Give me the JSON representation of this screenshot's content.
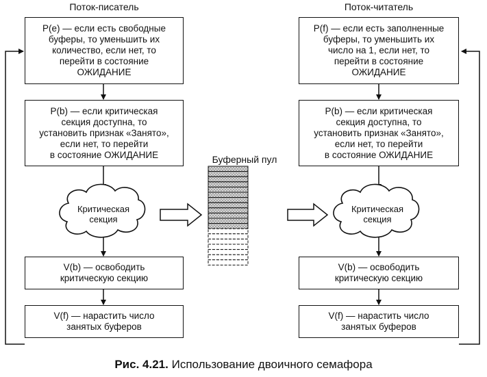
{
  "writer": {
    "title": "Поток-писатель",
    "box1": [
      "P(e) — если есть свободные",
      "буферы, то уменьшить их",
      "количество, если нет, то",
      "перейти в состояние",
      "ОЖИДАНИЕ"
    ],
    "box2": [
      "P(b) — если критическая",
      "секция доступна, то",
      "установить признак «Занято»,",
      "если нет, то перейти",
      "в состояние ОЖИДАНИЕ"
    ],
    "cloud": [
      "Критическая",
      "секция"
    ],
    "box3": [
      "V(b) — освободить",
      "критическую секцию"
    ],
    "box4": [
      "V(f) — нарастить число",
      "занятых буферов"
    ]
  },
  "reader": {
    "title": "Поток-читатель",
    "box1": [
      "P(f) — если есть заполненные",
      "буферы, то уменьшить их",
      "число на 1, если нет, то",
      "перейти в состояние",
      "ОЖИДАНИЕ"
    ],
    "box2": [
      "P(b) — если критическая",
      "секция доступна, то",
      "установить признак «Занято»,",
      "если нет, то перейти",
      "в состояние ОЖИДАНИЕ"
    ],
    "cloud": [
      "Критическая",
      "секция"
    ],
    "box3": [
      "V(b) — освободить",
      "критическую секцию"
    ],
    "box4": [
      "V(f) — нарастить число",
      "занятых буферов"
    ]
  },
  "pool": {
    "title": "Буферный пул",
    "filled_slots": 12,
    "empty_slots": 7
  },
  "caption": {
    "prefix": "Рис. 4.21.",
    "text": "Использование двоичного семафора"
  }
}
